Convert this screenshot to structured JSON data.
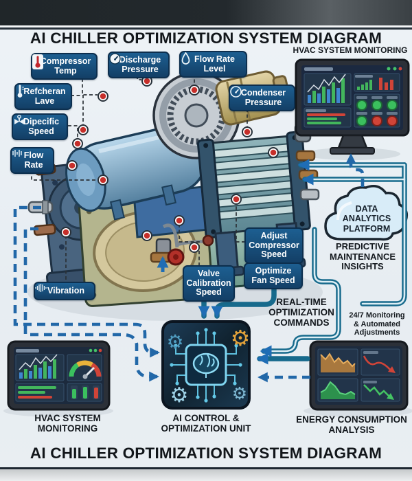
{
  "title_top": "AI CHILLER OPTIMIZATION SYSTEM DIAGRAM",
  "title_bottom": "AI CHILLER OPTIMIZATION SYSTEM DIAGRAM",
  "colors": {
    "label_bg": "#15507e",
    "pipe_teal": "#176a8c",
    "arrow_blue": "#1f6db5",
    "dashed_blue": "#2268a8",
    "sensor_dot_red": "#c62f2a",
    "background": "#e8eef4"
  },
  "sensors": {
    "compressor_temp": {
      "label": "Compressor\nTemp",
      "icon": "thermometer-icon"
    },
    "discharge_pressure": {
      "label": "Discharge\nPressure",
      "icon": "gauge-icon"
    },
    "flow_rate_level": {
      "label": "Flow Rate\nLevel",
      "icon": "droplet-icon"
    },
    "condenser_pressure": {
      "label": "Condenser\nPressure",
      "icon": "gauge-icon"
    },
    "refrigerant_level": {
      "label": "Refcheran\nLave",
      "icon": "thermometer-icon"
    },
    "specific_speed": {
      "label": "Dipecific\nSpeed",
      "icon": "valve-icon"
    },
    "flow_rate": {
      "label": "Flow\nRate",
      "icon": "flow-wave-icon"
    },
    "vibration": {
      "label": "Vibration",
      "icon": "vibration-wave-icon"
    }
  },
  "commands": {
    "adjust_compressor": "Adjust\nCompressor\nSpeed",
    "optimize_fan": "Optimize\nFan Speed",
    "valve_calibration": "Valve\nCalibration\nSpeed"
  },
  "annotations": {
    "hvac_monitor_top": "HVAC SYSTEM MONITORING",
    "cloud": "DATA\nANALYTICS\nPLATFORM",
    "predictive": "PREDICTIVE\nMAINTENANCE\nINSIGHTS",
    "realtime": "REAL-TIME\nOPTIMIZATION\nCOMMANDS",
    "monitoring_247": "24/7 Monitoring\n& Automated\nAdjustments",
    "hvac_monitor_bottom": "HVAC SYSTEM\nMONITORING",
    "ai_unit": "AI CONTROL &\nOPTIMIZATION UNIT",
    "energy_analysis": "ENERGY CONSUMPTION\nANALYSIS"
  }
}
